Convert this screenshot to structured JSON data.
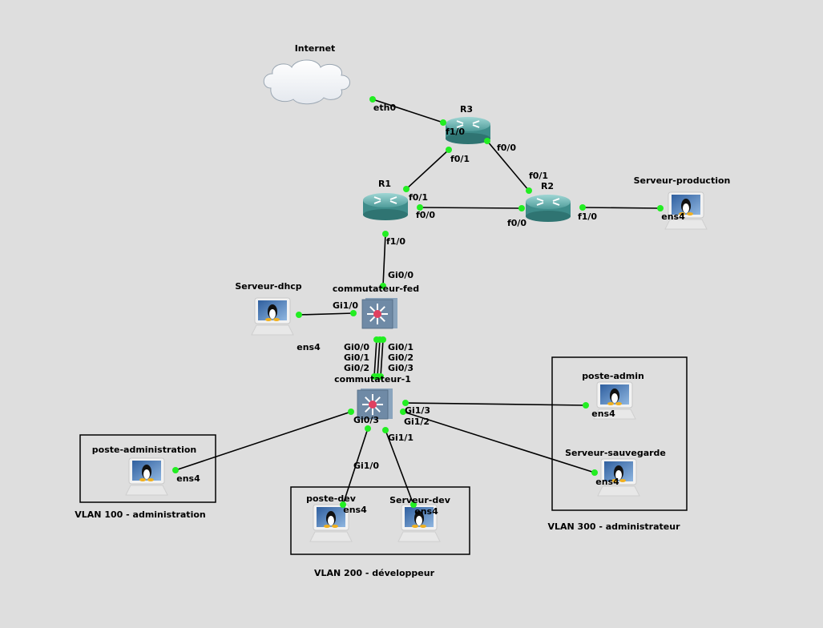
{
  "nodes": [
    {
      "id": "internet",
      "label": "Internet",
      "type": "cloud"
    },
    {
      "id": "r3",
      "label": "R3",
      "type": "router"
    },
    {
      "id": "r1",
      "label": "R1",
      "type": "router"
    },
    {
      "id": "r2",
      "label": "R2",
      "type": "router"
    },
    {
      "id": "srvprod",
      "label": "Serveur-production",
      "type": "linux-host"
    },
    {
      "id": "fed",
      "label": "commutateur-fed",
      "type": "switch"
    },
    {
      "id": "dhcp",
      "label": "Serveur-dhcp",
      "type": "linux-host"
    },
    {
      "id": "com1",
      "label": "commutateur-1",
      "type": "switch"
    },
    {
      "id": "padmin",
      "label": "poste-admin",
      "type": "linux-host"
    },
    {
      "id": "sauv",
      "label": "Serveur-sauvegarde",
      "type": "linux-host"
    },
    {
      "id": "padministration",
      "label": "poste-administration",
      "type": "linux-host"
    },
    {
      "id": "pdev",
      "label": "poste-dev",
      "type": "linux-host"
    },
    {
      "id": "sdev",
      "label": "Serveur-dev",
      "type": "linux-host"
    }
  ],
  "links": [
    {
      "a": "internet",
      "a_if": "eth0",
      "b": "r3",
      "b_if": "f1/0"
    },
    {
      "a": "r3",
      "a_if": "f0/1",
      "b": "r1",
      "b_if": "f0/1"
    },
    {
      "a": "r3",
      "a_if": "f0/0",
      "b": "r2",
      "b_if": "f0/1"
    },
    {
      "a": "r1",
      "a_if": "f0/0",
      "b": "r2",
      "b_if": "f0/0"
    },
    {
      "a": "r2",
      "a_if": "f1/0",
      "b": "srvprod",
      "b_if": "ens4"
    },
    {
      "a": "r1",
      "a_if": "f1/0",
      "b": "fed",
      "b_if": "Gi0/0"
    },
    {
      "a": "fed",
      "a_if": "Gi1/0",
      "b": "dhcp",
      "b_if": "ens4"
    },
    {
      "a": "fed",
      "a_if": "Gi0/1",
      "b": "com1",
      "b_if": "Gi0/0"
    },
    {
      "a": "fed",
      "a_if": "Gi0/2",
      "b": "com1",
      "b_if": "Gi0/1"
    },
    {
      "a": "fed",
      "a_if": "Gi0/3",
      "b": "com1",
      "b_if": "Gi0/2"
    },
    {
      "a": "com1",
      "a_if": "Gi1/3",
      "b": "padmin",
      "b_if": "ens4"
    },
    {
      "a": "com1",
      "a_if": "Gi1/2",
      "b": "sauv",
      "b_if": "ens4"
    },
    {
      "a": "com1",
      "a_if": "Gi0/3",
      "b": "padministration",
      "b_if": "ens4"
    },
    {
      "a": "com1",
      "a_if": "Gi1/0",
      "b": "pdev",
      "b_if": "ens4"
    },
    {
      "a": "com1",
      "a_if": "Gi1/1",
      "b": "sdev",
      "b_if": "ens4"
    }
  ],
  "vlans": [
    {
      "id": "v100",
      "label": "VLAN 100 - administration"
    },
    {
      "id": "v200",
      "label": "VLAN 200 - développeur"
    },
    {
      "id": "v300",
      "label": "VLAN 300 - administrateur"
    }
  ],
  "colors": {
    "background": "#dedede",
    "link_dot": "#22ee22",
    "router": "#3e8c8a",
    "switch": "#6f8aa6",
    "switch_dot": "#e04060"
  }
}
